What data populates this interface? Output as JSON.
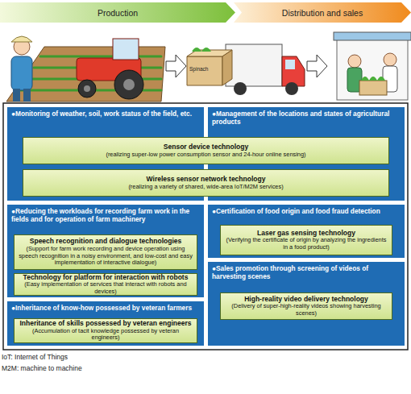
{
  "diagram": {
    "nodes": [
      {
        "text": [
          "Production"
        ]
      },
      {
        "text": [
          "Distribution and sales"
        ]
      },
      {
        "text": [
          "●Monitoring of weather, soil, work status of the field, etc."
        ]
      },
      {
        "text": [
          "●Management of the locations and states of agricultural products"
        ]
      },
      {
        "text": [
          "Sensor device technology",
          "(realizing super-low power consumption sensor and 24-hour online sensing)"
        ]
      },
      {
        "text": [
          "Wireless sensor network technology",
          "(realizing a variety of shared, wide-area IoT/M2M services)"
        ]
      },
      {
        "text": [
          "●Reducing the workloads for recording farm work in the fields and for operation of farm machinery"
        ]
      },
      {
        "text": [
          "Speech recognition and dialogue technologies",
          "(Support for farm work recording and device operation using speech recognition in a noisy environment, and low-cost and easy implementation of interactive dialogue)"
        ],
        "in": 6
      },
      {
        "text": [
          "Technology for platform for interaction with robots",
          "(Easy implementation of services that interact with robots and devices)"
        ],
        "in": 6
      },
      {
        "text": [
          "●Certification of food origin and food fraud detection"
        ]
      },
      {
        "text": [
          "Laser gas sensing technology",
          "(Verifying the certificate of origin by analyzing the ingredients in a food product)"
        ],
        "in": 9
      },
      {
        "text": [
          "●Sales promotion through screening of videos of harvesting scenes"
        ]
      },
      {
        "text": [
          "High-reality video delivery technology",
          "(Delivery of super-high-reality videos showing harvesting scenes)"
        ],
        "in": 11
      },
      {
        "text": [
          "●Inheritance of know-how possessed by veteran farmers"
        ]
      },
      {
        "text": [
          "Inheritance of skills possessed by veteran engineers",
          "(Accumulation of tacit knowledge possessed by veteran engineers)"
        ],
        "in": 13
      }
    ],
    "labels": [
      "Spinach",
      "IoT: Internet of Things",
      "M2M: machine to machine"
    ]
  }
}
